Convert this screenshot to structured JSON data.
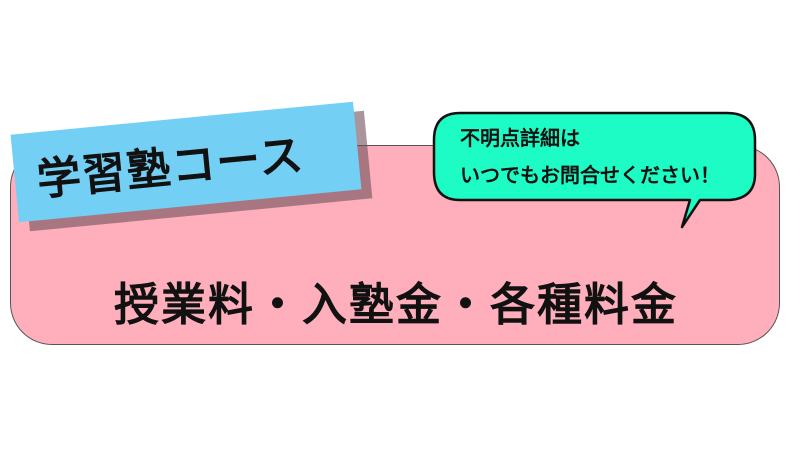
{
  "label": {
    "title": "学習塾コース"
  },
  "bubble": {
    "line1": "不明点詳細は",
    "line2": "いつでもお問合せください！"
  },
  "main": {
    "text": "授業料・入塾金・各種料金"
  },
  "colors": {
    "panel": "#ffafbb",
    "label": "#74cff5",
    "bubble": "#1dfcc5"
  }
}
